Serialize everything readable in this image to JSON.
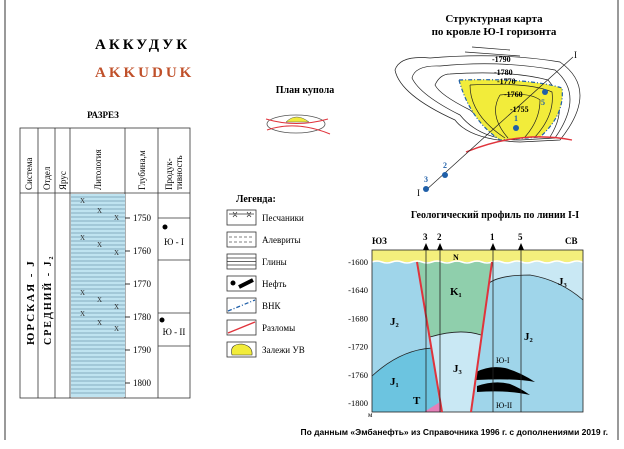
{
  "title_ru": "АККУДУК",
  "title_en": "AKKUDUK",
  "colors": {
    "title_en": "#c0502a",
    "lithology": "#bfe3f0",
    "oil_zone": "#f2ec3a",
    "fault": "#e0343c",
    "owc": "#1f5fa8",
    "j2": "#9fd5ea",
    "j3": "#c9e8f4",
    "k1": "#8fcfac",
    "j1": "#6cc4e0",
    "n": "#f4ef7c",
    "t": "#e57fb8"
  },
  "section": {
    "title": "РАЗРЕЗ",
    "headers": [
      "Система",
      "Отдел",
      "Ярус",
      "Литология",
      "Глубина,м",
      "Продук-",
      "тивность"
    ],
    "system": "ЮРСКАЯ - J",
    "series": "СРЕДНИЙ - J₂",
    "depths": [
      "1750",
      "1760",
      "1770",
      "1780",
      "1790",
      "1800"
    ],
    "horizons": [
      "Ю - I",
      "Ю - II"
    ]
  },
  "dome": {
    "title": "План купола"
  },
  "legend": {
    "title": "Легенда:",
    "items": [
      "Песчаники",
      "Алевриты",
      "Глины",
      "Нефть",
      "ВНК",
      "Разломы",
      "Залежи УВ"
    ]
  },
  "map": {
    "title1": "Структурная карта",
    "title2": "по кровле Ю-I горизонта",
    "contours": [
      "-1790",
      "-1780",
      "-1770",
      "-1760",
      "-1755"
    ],
    "wells": [
      "1",
      "2",
      "3",
      "5"
    ],
    "line_ends": [
      "I",
      "I"
    ]
  },
  "profile": {
    "title": "Геологический профиль по линии I-I",
    "sw": "ЮЗ",
    "ne": "СВ",
    "unit": "м",
    "depths": [
      "-1600",
      "-1640",
      "-1680",
      "-1720",
      "-1760",
      "-1800"
    ],
    "wells": [
      "3",
      "2",
      "1",
      "5"
    ],
    "units": [
      "N",
      "K₁",
      "J₂",
      "J₃",
      "J₂",
      "J₃",
      "J₁",
      "T",
      "Ю-I",
      "Ю-II"
    ]
  },
  "source": "По данным «Эмбанефть» из Справочника 1996 г. с дополнениями 2019 г."
}
